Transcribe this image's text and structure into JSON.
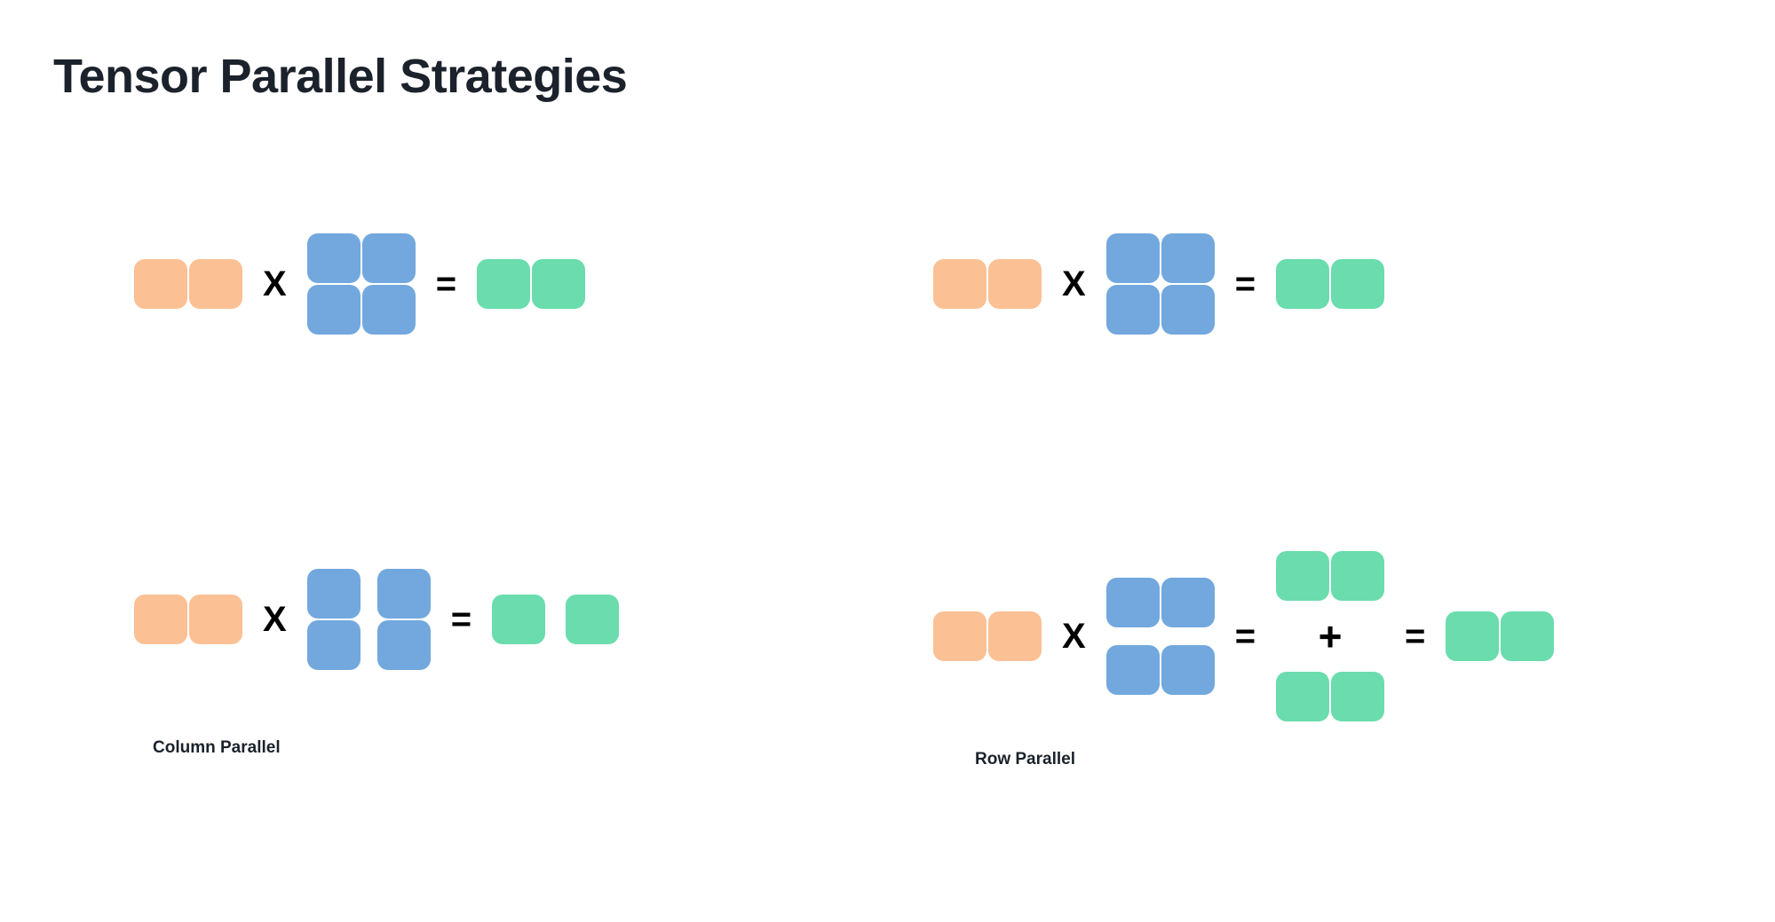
{
  "page": {
    "title": "Tensor Parallel Strategies",
    "background": "#ffffff"
  },
  "colors": {
    "input_orange": "#fbc094",
    "weight_blue": "#72a8dd",
    "output_green": "#6bdcad",
    "text_dark": "#1b222c",
    "operator_black": "#000000"
  },
  "operators": {
    "multiply": "X",
    "equals": "=",
    "plus": "+"
  },
  "strategies": [
    {
      "id": "column-parallel",
      "caption": "Column Parallel",
      "rows": [
        {
          "id": "column-parallel-unsharded",
          "description": "Full matmul: input (1x2) times weight (2x2) equals output (1x2)",
          "input": {
            "name": "input-activations",
            "color": "input_orange",
            "rows": 1,
            "cols": 2,
            "split": "none"
          },
          "weight": {
            "name": "weight-matrix",
            "color": "weight_blue",
            "rows": 2,
            "cols": 2,
            "split": "none"
          },
          "output": {
            "name": "output-activations",
            "color": "output_green",
            "rows": 1,
            "cols": 2,
            "split": "none"
          }
        },
        {
          "id": "column-parallel-sharded",
          "description": "Weight split along columns; each shard produces a separate output column",
          "input": {
            "name": "input-activations",
            "color": "input_orange",
            "rows": 1,
            "cols": 2,
            "split": "none"
          },
          "weight": {
            "name": "weight-matrix-column-sharded",
            "color": "weight_blue",
            "rows": 2,
            "cols": 2,
            "split": "columns"
          },
          "output": {
            "name": "output-activations-column-sharded",
            "color": "output_green",
            "rows": 1,
            "cols": 2,
            "split": "columns"
          }
        }
      ]
    },
    {
      "id": "row-parallel",
      "caption": "Row Parallel",
      "rows": [
        {
          "id": "row-parallel-unsharded",
          "description": "Full matmul: input (1x2) times weight (2x2) equals output (1x2)",
          "input": {
            "name": "input-activations",
            "color": "input_orange",
            "rows": 1,
            "cols": 2,
            "split": "none"
          },
          "weight": {
            "name": "weight-matrix",
            "color": "weight_blue",
            "rows": 2,
            "cols": 2,
            "split": "none"
          },
          "output": {
            "name": "output-activations",
            "color": "output_green",
            "rows": 1,
            "cols": 2,
            "split": "none"
          }
        },
        {
          "id": "row-parallel-sharded",
          "description": "Weight split along rows; partial outputs are summed to give the final output",
          "input": {
            "name": "input-activations-row-sharded",
            "color": "input_orange",
            "rows": 1,
            "cols": 2,
            "split": "none"
          },
          "weight": {
            "name": "weight-matrix-row-sharded",
            "color": "weight_blue",
            "rows": 2,
            "cols": 2,
            "split": "rows"
          },
          "partials": [
            {
              "name": "partial-output-top",
              "color": "output_green",
              "rows": 1,
              "cols": 2,
              "split": "none"
            },
            {
              "name": "partial-output-bottom",
              "color": "output_green",
              "rows": 1,
              "cols": 2,
              "split": "none"
            }
          ],
          "output": {
            "name": "output-activations-reduced",
            "color": "output_green",
            "rows": 1,
            "cols": 2,
            "split": "none"
          }
        }
      ]
    }
  ]
}
